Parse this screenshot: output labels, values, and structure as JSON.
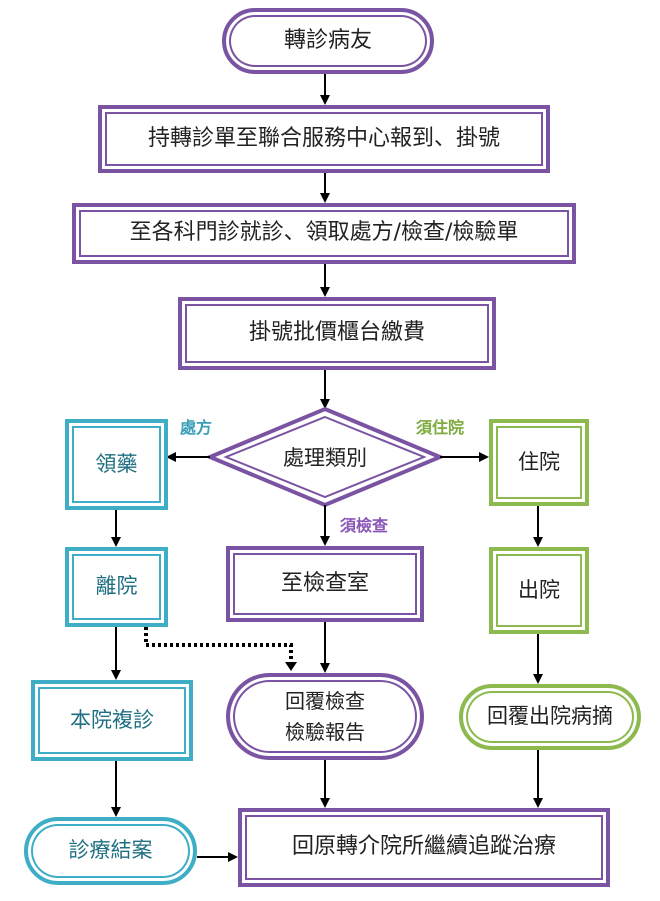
{
  "nodes": {
    "start": "轉診病友",
    "register": "持轉診單至聯合服務中心報到、掛號",
    "clinic": "至各科門診就診、領取處方/檢查/檢驗單",
    "payment": "掛號批價櫃台繳費",
    "decision": "處理類別",
    "medicine": "領藥",
    "discharge_left": "離院",
    "followup": "本院複診",
    "case_closed": "診療結案",
    "exam_room": "至檢查室",
    "report": "回覆檢查\n檢驗報告",
    "admission": "住院",
    "discharge_right": "出院",
    "discharge_summary": "回覆出院病摘",
    "return_referral": "回原轉介院所繼續追蹤治療"
  },
  "edge_labels": {
    "prescription": "處方",
    "needs_admission": "須住院",
    "needs_exam": "須檢查"
  },
  "colors": {
    "purple": "#7a54a2",
    "teal": "#3eaec6",
    "green": "#8cba4e",
    "arrow": "#000000"
  }
}
